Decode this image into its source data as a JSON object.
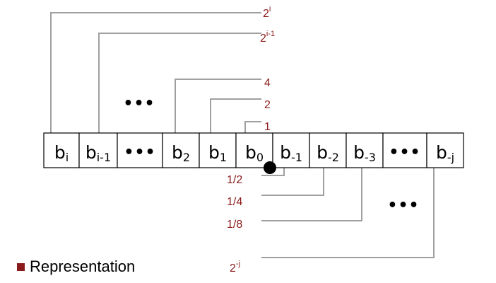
{
  "cells": [
    {
      "base": "b",
      "sub": "i"
    },
    {
      "base": "b",
      "sub": "i-1"
    },
    {
      "base": "•••",
      "sub": ""
    },
    {
      "base": "b",
      "sub": "2"
    },
    {
      "base": "b",
      "sub": "1"
    },
    {
      "base": "b",
      "sub": "0"
    },
    {
      "base": "b",
      "sub": "-1"
    },
    {
      "base": "b",
      "sub": "-2"
    },
    {
      "base": "b",
      "sub": "-3"
    },
    {
      "base": "•••",
      "sub": ""
    },
    {
      "base": "b",
      "sub": "-j"
    }
  ],
  "upper_weights": [
    {
      "base": "2",
      "sup": "i"
    },
    {
      "base": "2",
      "sup": "i-1"
    },
    {
      "base": "4",
      "sup": ""
    },
    {
      "base": "2",
      "sup": ""
    },
    {
      "base": "1",
      "sup": ""
    }
  ],
  "lower_weights": [
    {
      "base": "1/2",
      "sup": ""
    },
    {
      "base": "1/4",
      "sup": ""
    },
    {
      "base": "1/8",
      "sup": ""
    },
    {
      "base": "2",
      "sup": "-j"
    }
  ],
  "ellipsis": "•••",
  "legend": {
    "text": "Representation",
    "bullet_color": "#8b1a1a"
  },
  "colors": {
    "weight_text": "#8b1a1a",
    "leader_line": "#a0a0a0",
    "binary_point": "#000000"
  }
}
